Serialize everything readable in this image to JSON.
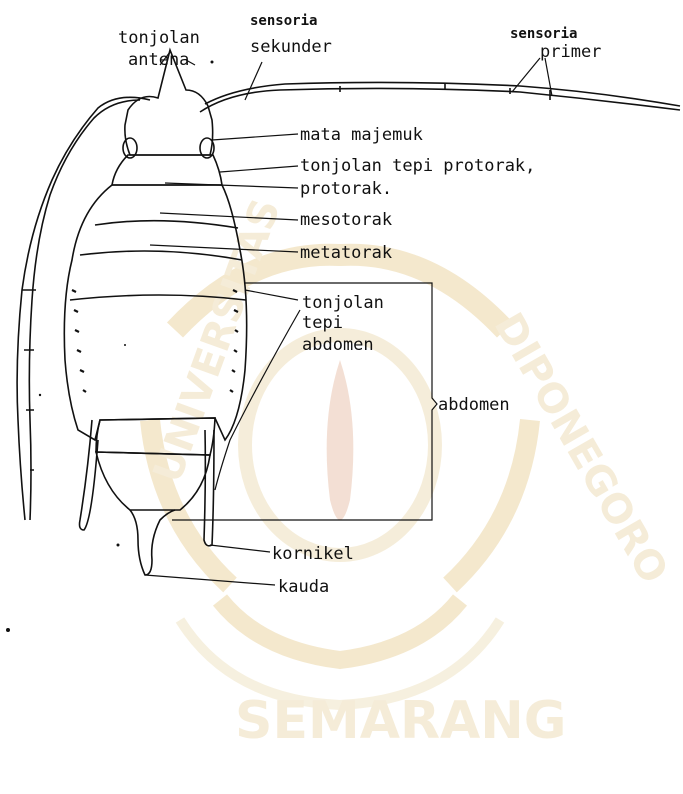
{
  "labels": {
    "tonjolan_antena_1": "tonjolan",
    "tonjolan_antena_2": "antena",
    "sensoria_sekunder_1": "sensoria",
    "sensoria_sekunder_2": "sekunder",
    "sensoria_primer_1": "sensoria",
    "sensoria_primer_2": "primer",
    "mata_majemuk": "mata majemuk",
    "tonjolan_tepi_protorak": "tonjolan tepi protorak,",
    "protorak": "protorak.",
    "mesotorak": "mesotorak",
    "metatorak": "metatorak",
    "tonjolan_tepi_abdomen_1": "tonjolan",
    "tonjolan_tepi_abdomen_2": "tepi",
    "tonjolan_tepi_abdomen_3": "abdomen",
    "abdomen": "abdomen",
    "kornikel": "kornikel",
    "kauda": "kauda"
  },
  "watermark": {
    "ring_text_left": "UNIVERSITAS",
    "ring_text_right": "DIPONEGORO",
    "bottom_text": "SEMARANG",
    "color": "#f3e6c8"
  },
  "colors": {
    "ink": "#111111",
    "watermark": "#f3e6c8"
  }
}
